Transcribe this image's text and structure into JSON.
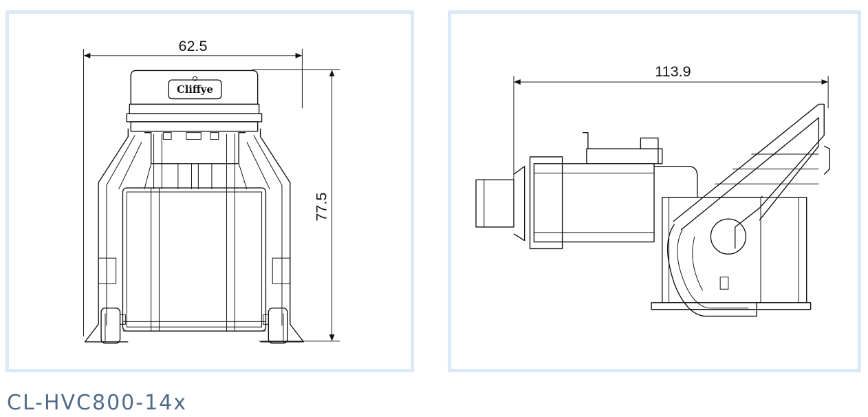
{
  "front_view": {
    "width_label": "62.5",
    "height_label": "77.5",
    "logo_text": "Cliffye"
  },
  "side_view": {
    "length_label": "113.9"
  },
  "title": "CL-HVC800-14x"
}
